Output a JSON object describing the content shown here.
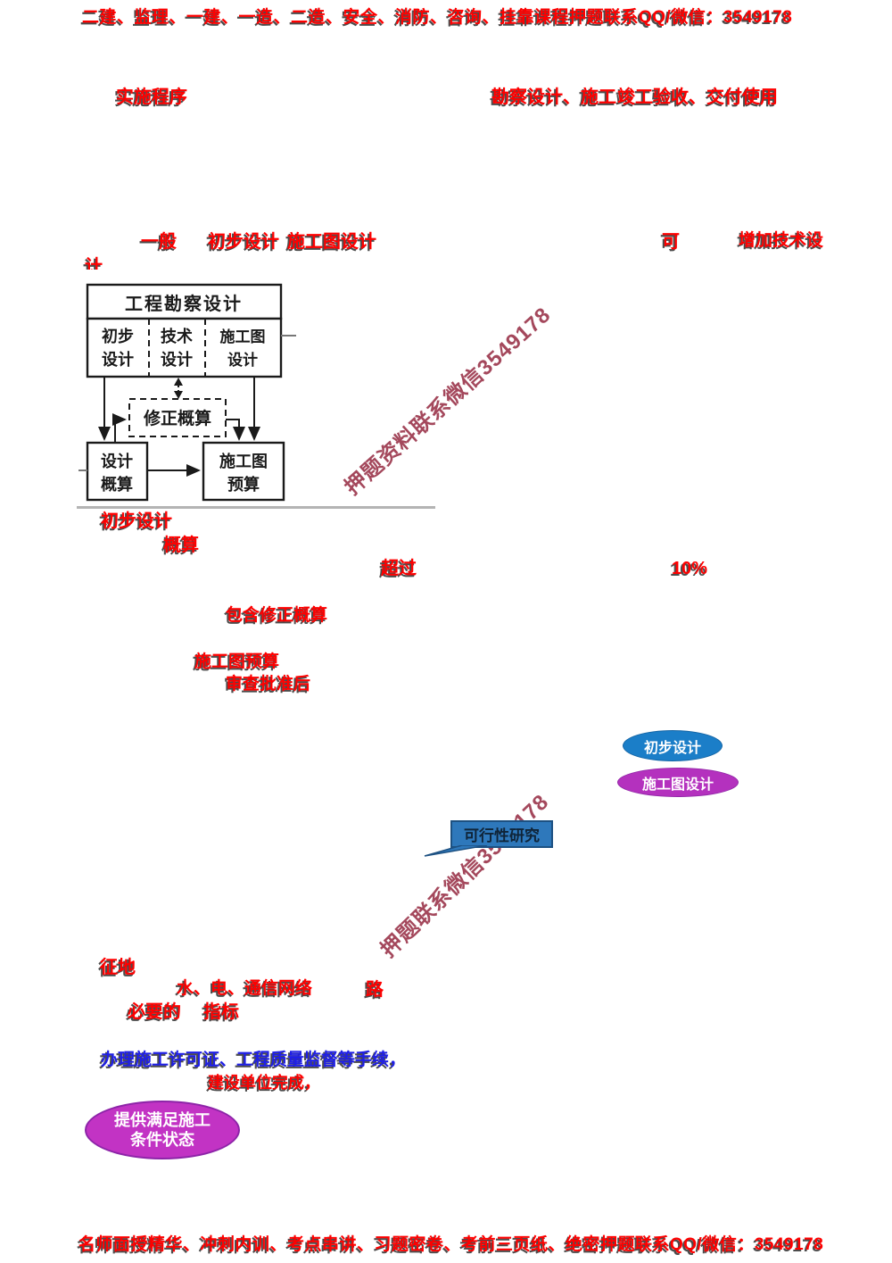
{
  "ads": {
    "top": "二建、监理、一建、一造、二造、安全、消防、咨询、挂靠课程押题联系QQ/微信：3549178",
    "bottom": "名师面授精华、冲刺内训、考点串讲、习题密卷、考前三页纸、绝密押题联系QQ/微信：3549178",
    "watermark_upper": "押题资料联系微信3549178",
    "watermark_lower": "押题联系微信3549178"
  },
  "stage_labels": {
    "impl_procedure": "实施程序",
    "stages_mid": "勘察设计、施工",
    "stages_end": "竣工验收、交付使用",
    "generally": "一般",
    "preliminary_design": "初步设计",
    "construction_drawing_design": "施工图设计",
    "may": "可",
    "add_technical_design": "增加技术设",
    "add_technical_design_wrap": "计"
  },
  "diagram": {
    "title": "工程勘察设计",
    "cell1_l1": "初步",
    "cell1_l2": "设计",
    "cell2_l1": "技术",
    "cell2_l2": "设计",
    "cell3_l1": "施工图",
    "cell3_l2": "设计",
    "revised_estimate": "修正概算",
    "design_estimate_l1": "设计",
    "design_estimate_l2": "概算",
    "cd_budget_l1": "施工图",
    "cd_budget_l2": "预算"
  },
  "notes": {
    "prelim_design": "初步设计",
    "estimate": "概算",
    "exceed": "超过",
    "percent": "10%",
    "incl_revised": "包含修正概算",
    "cd_budget": "施工图预算",
    "after_approval": "审查批准后",
    "land": "征地",
    "utilities": "水、电、通信网络",
    "road": "路",
    "necessary": "必要的",
    "quota": "指标",
    "permit_blue": "办理施工许可证、工程质量监督等手续，",
    "by_owner": "建设单位完成，"
  },
  "shapes": {
    "ellipse_preliminary": "初步设计",
    "ellipse_cd": "施工图设计",
    "callout_feasibility": "可行性研究",
    "bottom_ellipse_l1": "提供满足施工",
    "bottom_ellipse_l2": "条件状态"
  },
  "colors": {
    "red": "#fe0000",
    "blue": "#1f1fe6",
    "watermark": "#a4485c",
    "ellipse_blue": "#1b7ec8",
    "ellipse_magenta": "#b431be",
    "callout_fill": "#2e78bb"
  }
}
